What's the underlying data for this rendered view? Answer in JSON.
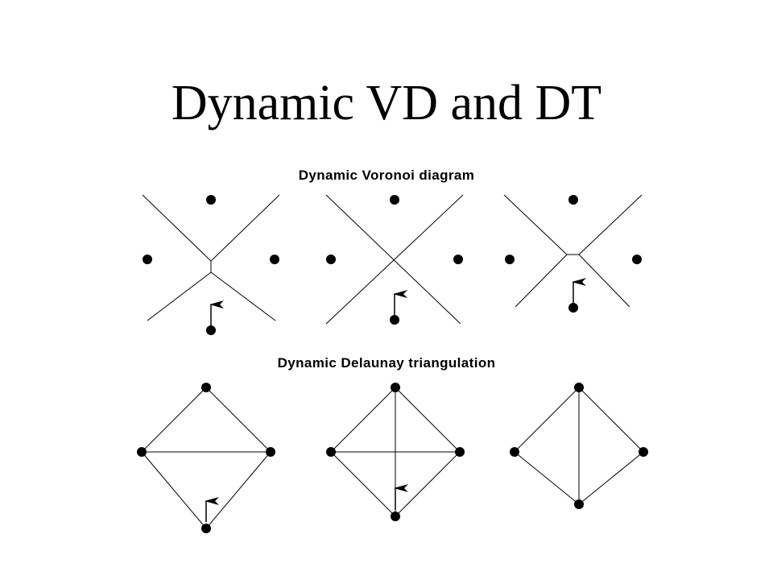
{
  "slide": {
    "title": "Dynamic VD and DT"
  },
  "voronoi": {
    "label": "Dynamic Voronoi diagram",
    "panels": [
      {
        "state": "before-flip",
        "moving_site": "bottom"
      },
      {
        "state": "degenerate",
        "moving_site": "bottom"
      },
      {
        "state": "after-flip",
        "moving_site": "bottom"
      }
    ]
  },
  "delaunay": {
    "label": "Dynamic Delaunay triangulation",
    "panels": [
      {
        "state": "before-flip",
        "diagonal": "horizontal",
        "moving_site": "bottom"
      },
      {
        "state": "degenerate",
        "diagonal": "both",
        "moving_site": "bottom"
      },
      {
        "state": "after-flip",
        "diagonal": "vertical",
        "moving_site": "none"
      }
    ]
  },
  "colors": {
    "ink": "#000000",
    "background": "#ffffff"
  }
}
